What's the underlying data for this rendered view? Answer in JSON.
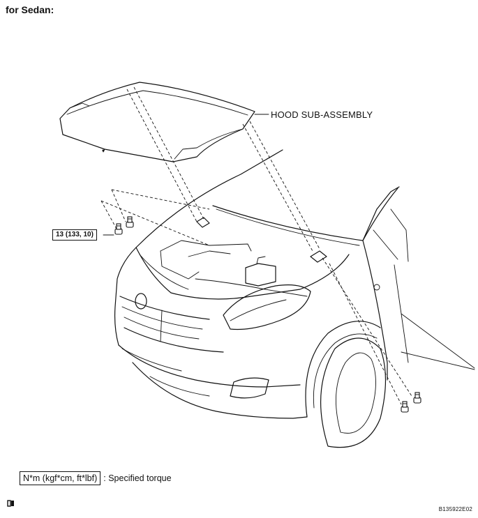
{
  "heading": "for Sedan:",
  "callouts": {
    "hood_label": "HOOD SUB-ASSEMBLY",
    "torque_value": "13 (133, 10)"
  },
  "legend": {
    "box_text": "N*m (kgf*cm, ft*lbf)",
    "description": ": Specified torque"
  },
  "footer": {
    "corner_icon": "book-icon",
    "illustration_code": "B135922E02"
  }
}
